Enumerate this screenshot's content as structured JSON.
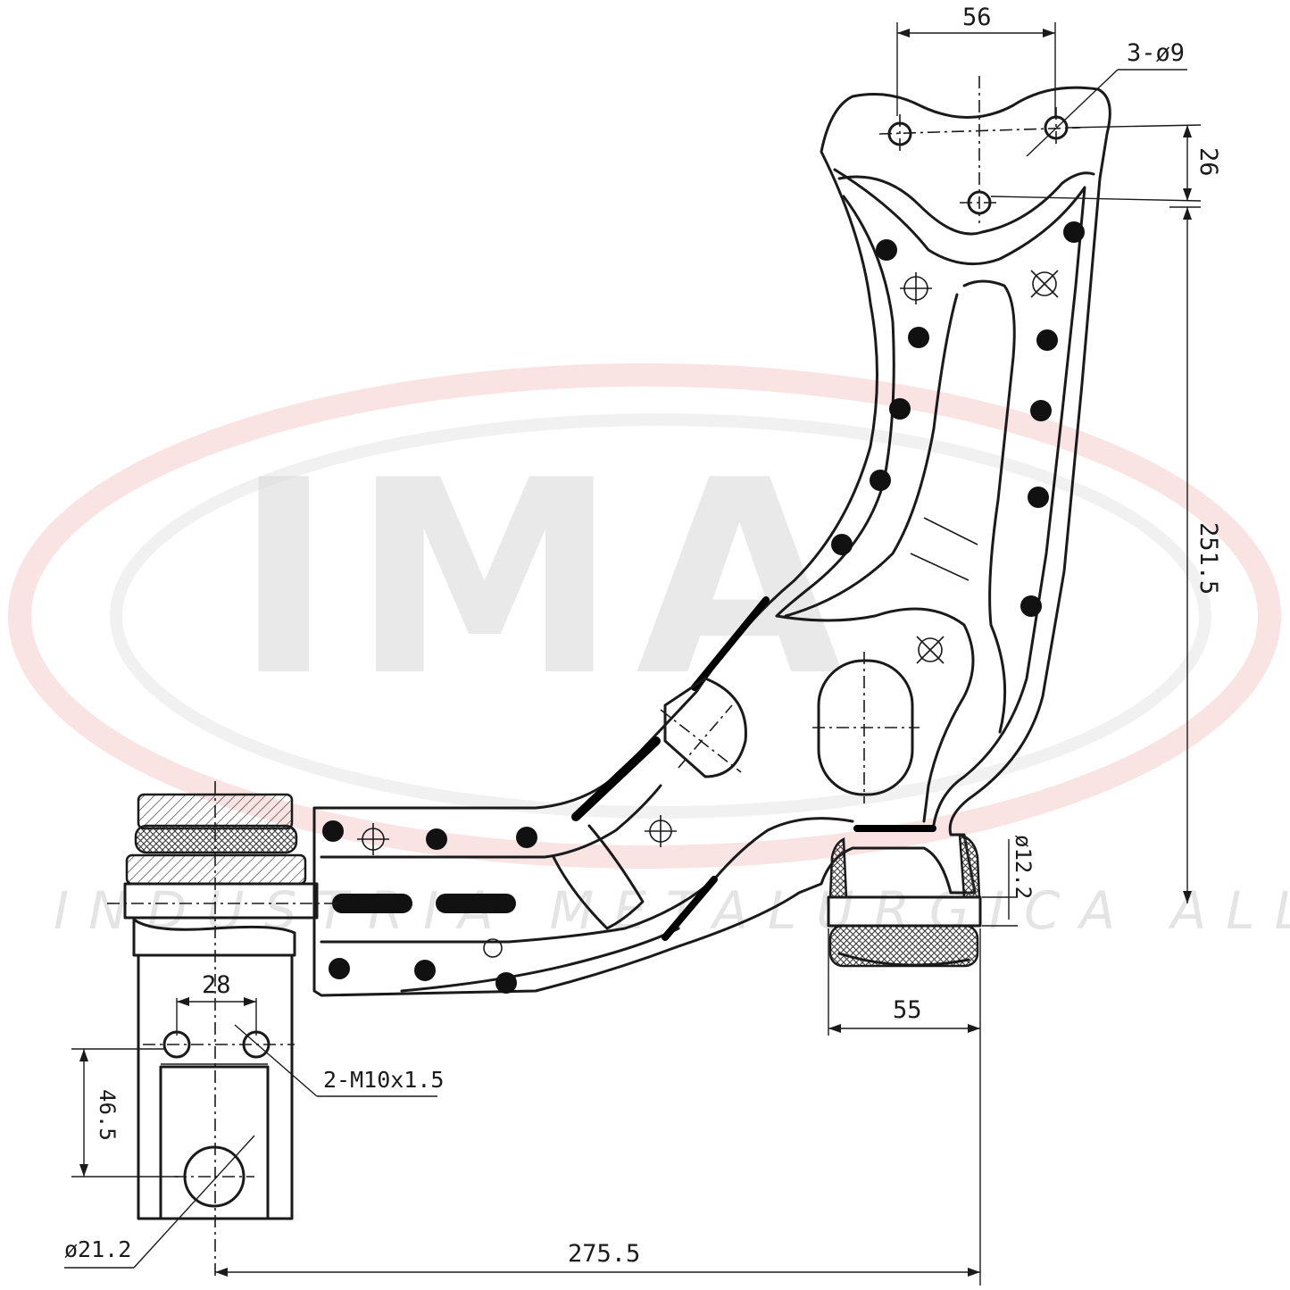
{
  "watermark": {
    "logo": "IMA",
    "subtitle": "INDUSTRIA METALÚRGICA ALLI",
    "accent_color": "#f2c6c6"
  },
  "dimensions": {
    "top_holes_spacing": "56",
    "top_holes_spec": "3-ø9",
    "top_holes_offset": "26",
    "overall_height": "251.5",
    "rear_bushing_bore": "ø12.2",
    "rear_bushing_width": "55",
    "front_bolt_spacing": "28",
    "front_bolt_spec": "2-M10x1.5",
    "front_bolt_offset": "46.5",
    "ball_joint_bore": "ø21.2",
    "overall_length": "275.5"
  }
}
